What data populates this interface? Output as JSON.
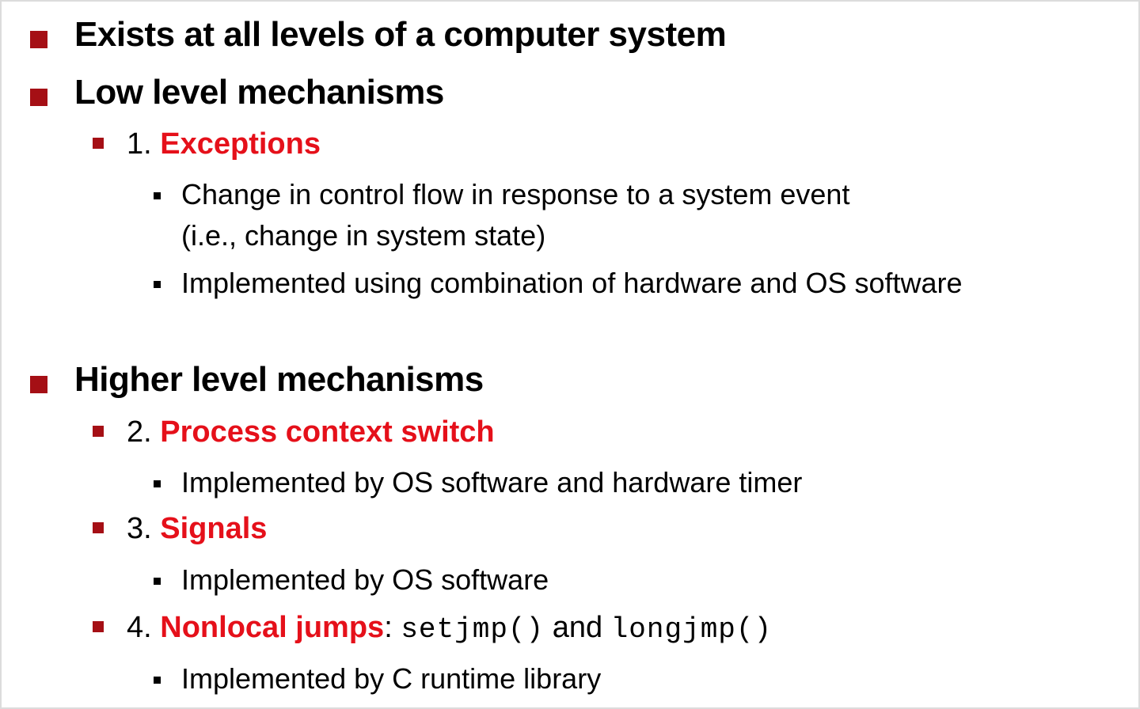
{
  "slide": {
    "items": [
      {
        "level": 1,
        "text": "Exists at all levels of a computer system"
      },
      {
        "level": 1,
        "text": "Low level mechanisms"
      },
      {
        "level": 2,
        "number": "1.",
        "highlight": "Exceptions"
      },
      {
        "level": 3,
        "line1": "Change in control flow in response to a system event",
        "line2": "(i.e.,  change in system state)"
      },
      {
        "level": 3,
        "text": "Implemented using combination of hardware and OS software"
      },
      {
        "level": 1,
        "text": "Higher level mechanisms"
      },
      {
        "level": 2,
        "number": "2.",
        "highlight": "Process context switch"
      },
      {
        "level": 3,
        "text": "Implemented by OS software and hardware timer"
      },
      {
        "level": 2,
        "number": "3.",
        "highlight": "Signals"
      },
      {
        "level": 3,
        "text": "Implemented by OS software"
      },
      {
        "level": 2,
        "number": "4.",
        "highlight": "Nonlocal jumps",
        "colon": ": ",
        "code1": "setjmp()",
        "and": " and ",
        "code2": "longjmp()"
      },
      {
        "level": 3,
        "text": "Implemented by C runtime library"
      }
    ]
  },
  "colors": {
    "bullet_accent": "#a50f15",
    "highlight_red": "#e5101a",
    "text": "#000000"
  }
}
